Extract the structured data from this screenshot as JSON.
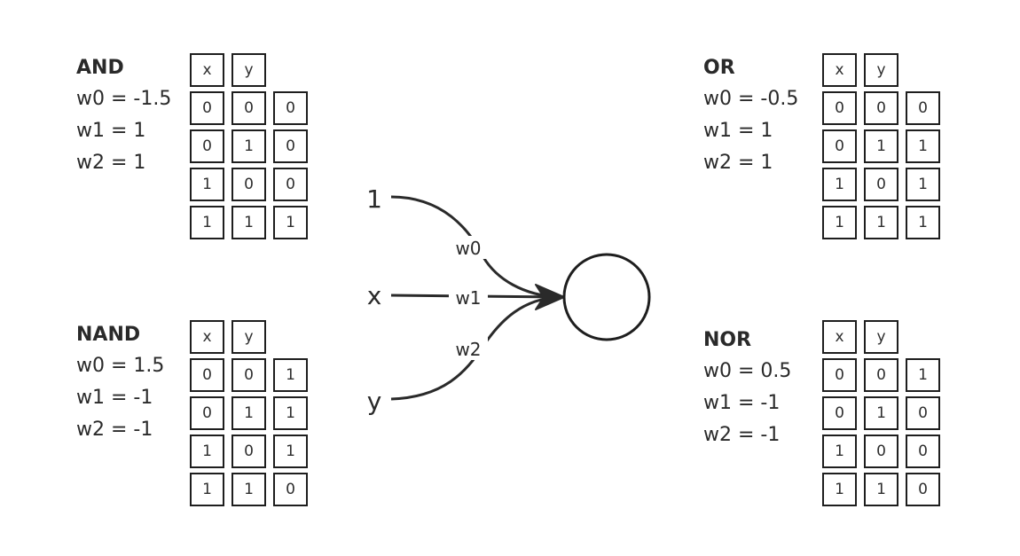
{
  "gates": [
    {
      "name": "AND",
      "w0": "w0 = -1.5",
      "w1": "w1 = 1",
      "w2": "w2 = 1",
      "header": [
        "x",
        "y"
      ],
      "rows": [
        [
          "0",
          "0",
          "0"
        ],
        [
          "0",
          "1",
          "0"
        ],
        [
          "1",
          "0",
          "0"
        ],
        [
          "1",
          "1",
          "1"
        ]
      ]
    },
    {
      "name": "NAND",
      "w0": "w0 = 1.5",
      "w1": "w1 = -1",
      "w2": "w2 = -1",
      "header": [
        "x",
        "y"
      ],
      "rows": [
        [
          "0",
          "0",
          "1"
        ],
        [
          "0",
          "1",
          "1"
        ],
        [
          "1",
          "0",
          "1"
        ],
        [
          "1",
          "1",
          "0"
        ]
      ]
    },
    {
      "name": "OR",
      "w0": "w0 = -0.5",
      "w1": "w1 = 1",
      "w2": "w2 = 1",
      "header": [
        "x",
        "y"
      ],
      "rows": [
        [
          "0",
          "0",
          "0"
        ],
        [
          "0",
          "1",
          "1"
        ],
        [
          "1",
          "0",
          "1"
        ],
        [
          "1",
          "1",
          "1"
        ]
      ]
    },
    {
      "name": "NOR",
      "w0": "w0 = 0.5",
      "w1": "w1 = -1",
      "w2": "w2 = -1",
      "header": [
        "x",
        "y"
      ],
      "rows": [
        [
          "0",
          "0",
          "1"
        ],
        [
          "0",
          "1",
          "0"
        ],
        [
          "1",
          "0",
          "0"
        ],
        [
          "1",
          "1",
          "0"
        ]
      ]
    }
  ],
  "neuron": {
    "inputs": [
      "1",
      "x",
      "y"
    ],
    "weights": [
      "w0",
      "w1",
      "w2"
    ]
  }
}
